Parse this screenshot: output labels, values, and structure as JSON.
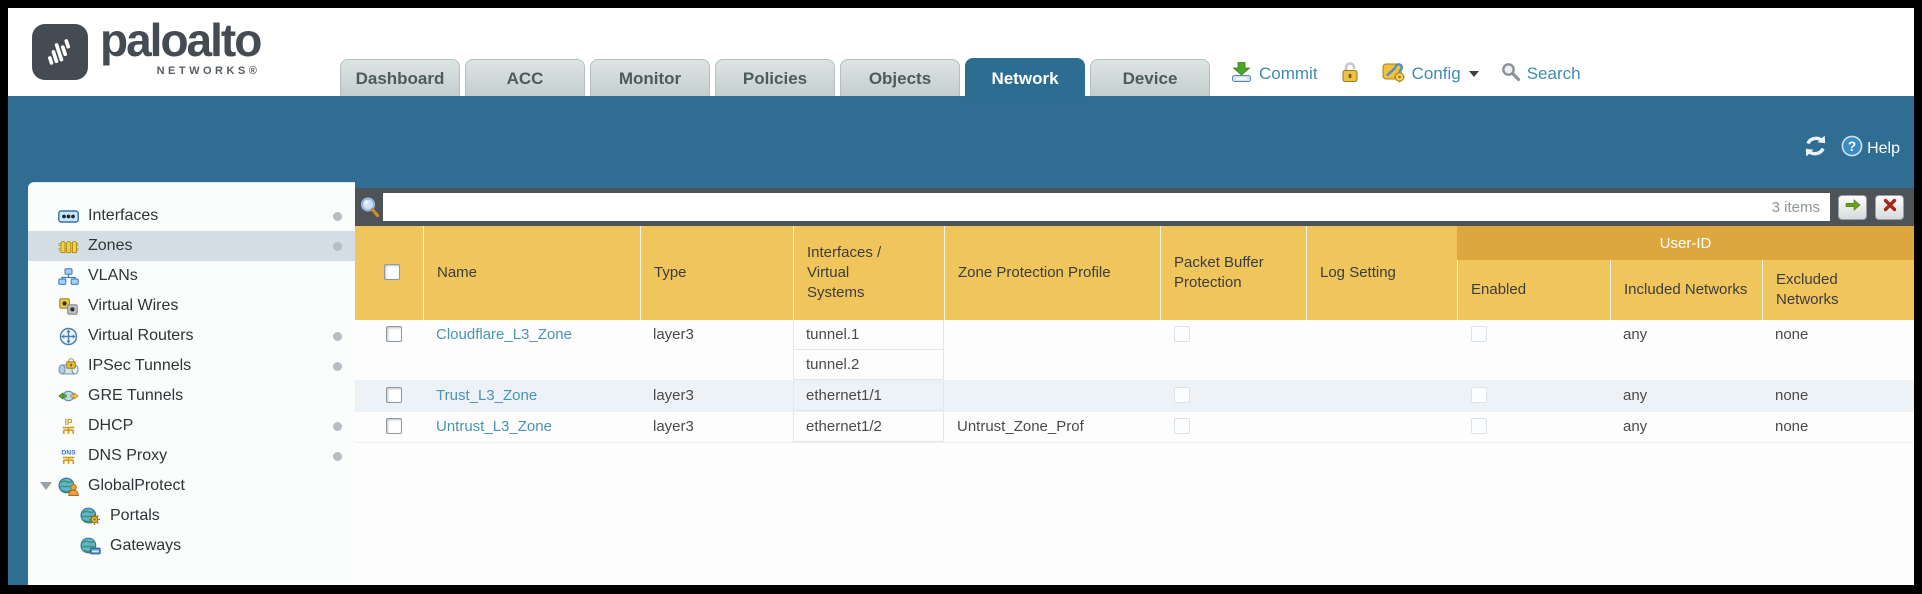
{
  "brand": {
    "logo_text": "paloalto",
    "logo_sub": "NETWORKS®"
  },
  "nav": {
    "tabs": [
      {
        "label": "Dashboard",
        "active": false
      },
      {
        "label": "ACC",
        "active": false
      },
      {
        "label": "Monitor",
        "active": false
      },
      {
        "label": "Policies",
        "active": false
      },
      {
        "label": "Objects",
        "active": false
      },
      {
        "label": "Network",
        "active": true
      },
      {
        "label": "Device",
        "active": false
      }
    ]
  },
  "utilities": {
    "commit": "Commit",
    "config": "Config",
    "search": "Search",
    "help": "Help"
  },
  "toolbar": {
    "filter_value": "",
    "items_count": "3 items"
  },
  "sidebar": {
    "items": [
      {
        "label": "Interfaces",
        "icon": "interfaces-icon",
        "selected": false,
        "dot": true,
        "expander": false,
        "child": false
      },
      {
        "label": "Zones",
        "icon": "zones-icon",
        "selected": true,
        "dot": true,
        "expander": false,
        "child": false
      },
      {
        "label": "VLANs",
        "icon": "vlans-icon",
        "selected": false,
        "dot": false,
        "expander": false,
        "child": false
      },
      {
        "label": "Virtual Wires",
        "icon": "virtual-wires-icon",
        "selected": false,
        "dot": false,
        "expander": false,
        "child": false
      },
      {
        "label": "Virtual Routers",
        "icon": "virtual-routers-icon",
        "selected": false,
        "dot": true,
        "expander": false,
        "child": false
      },
      {
        "label": "IPSec Tunnels",
        "icon": "ipsec-tunnels-icon",
        "selected": false,
        "dot": true,
        "expander": false,
        "child": false
      },
      {
        "label": "GRE Tunnels",
        "icon": "gre-tunnels-icon",
        "selected": false,
        "dot": false,
        "expander": false,
        "child": false
      },
      {
        "label": "DHCP",
        "icon": "dhcp-icon",
        "selected": false,
        "dot": true,
        "expander": false,
        "child": false
      },
      {
        "label": "DNS Proxy",
        "icon": "dns-proxy-icon",
        "selected": false,
        "dot": true,
        "expander": false,
        "child": false
      },
      {
        "label": "GlobalProtect",
        "icon": "globalprotect-icon",
        "selected": false,
        "dot": false,
        "expander": true,
        "child": false
      },
      {
        "label": "Portals",
        "icon": "portals-icon",
        "selected": false,
        "dot": false,
        "expander": false,
        "child": true
      },
      {
        "label": "Gateways",
        "icon": "gateways-icon",
        "selected": false,
        "dot": false,
        "expander": false,
        "child": true
      }
    ]
  },
  "table": {
    "group_header": "User-ID",
    "columns": [
      "Name",
      "Type",
      "Interfaces / Virtual Systems",
      "Zone Protection Profile",
      "Packet Buffer Protection",
      "Log Setting",
      "Enabled",
      "Included Networks",
      "Excluded Networks"
    ],
    "rows": [
      {
        "name": "Cloudflare_L3_Zone",
        "type": "layer3",
        "interfaces": [
          "tunnel.1",
          "tunnel.2"
        ],
        "zone_protection_profile": "",
        "log_setting": "",
        "included_networks": "any",
        "excluded_networks": "none"
      },
      {
        "name": "Trust_L3_Zone",
        "type": "layer3",
        "interfaces": [
          "ethernet1/1"
        ],
        "zone_protection_profile": "",
        "log_setting": "",
        "included_networks": "any",
        "excluded_networks": "none"
      },
      {
        "name": "Untrust_L3_Zone",
        "type": "layer3",
        "interfaces": [
          "ethernet1/2"
        ],
        "zone_protection_profile": "Untrust_Zone_Prof",
        "log_setting": "",
        "included_networks": "any",
        "excluded_networks": "none"
      }
    ]
  },
  "icons": [
    "logo-waveform-icon",
    "commit-icon",
    "lock-icon",
    "config-icon",
    "caret-down-icon",
    "search-icon",
    "refresh-icon",
    "help-icon",
    "filter-search-icon",
    "apply-filter-icon",
    "clear-filter-icon",
    "collapse-arrow-icon",
    "interfaces-icon",
    "zones-icon",
    "vlans-icon",
    "virtual-wires-icon",
    "virtual-routers-icon",
    "ipsec-tunnels-icon",
    "gre-tunnels-icon",
    "dhcp-icon",
    "dns-proxy-icon",
    "globalprotect-icon",
    "portals-icon",
    "gateways-icon"
  ],
  "colors": {
    "teal_background": "#2f6e92",
    "active_tab": "#2d6d92",
    "header_orange": "#f0c55c",
    "group_band_orange": "#dca73d",
    "toolbar_dark": "#4e5358",
    "link_blue": "#4a93b5",
    "selected_row": "#d3dee4",
    "alt_row": "#edf2f6",
    "util_blue": "#3e8cb0"
  }
}
